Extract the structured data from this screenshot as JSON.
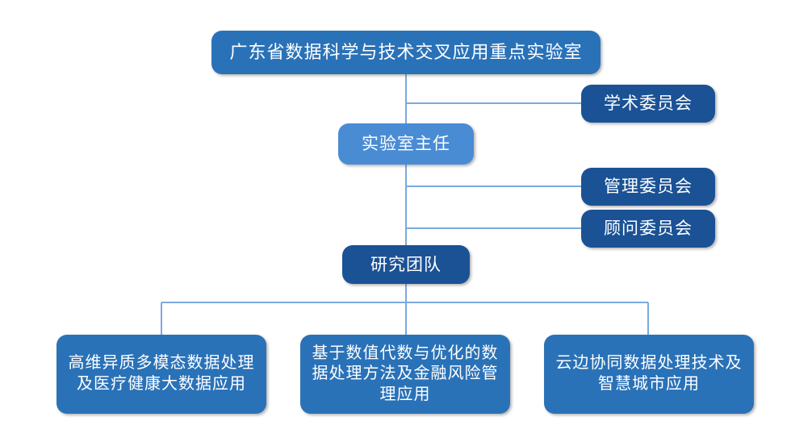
{
  "diagram": {
    "title_text": "广东省数据科学与技术交叉应用重点实验室",
    "colors": {
      "fill_medium": "#2a72b8",
      "fill_dark": "#1b5295",
      "fill_light": "#4a8cd4",
      "connector": "#7aaadd",
      "text": "#ffffff",
      "background": "#ffffff"
    },
    "nodes": {
      "root": {
        "label": "广东省数据科学与技术交叉应用重点实验室",
        "fill": "#2a72b8"
      },
      "director": {
        "label": "实验室主任",
        "fill": "#4a8cd4"
      },
      "academic_committee": {
        "label": "学术委员会",
        "fill": "#1b5295"
      },
      "management_committee": {
        "label": "管理委员会",
        "fill": "#1b5295"
      },
      "advisory_committee": {
        "label": "顾问委员会",
        "fill": "#1b5295"
      },
      "research_team": {
        "label": "研究团队",
        "fill": "#1b5295"
      },
      "direction_1": {
        "label": "高维异质多模态数据处理及医疗健康大数据应用",
        "fill": "#2a72b8"
      },
      "direction_2": {
        "label": "基于数值代数与优化的数据处理方法及金融风险管理应用",
        "fill": "#2a72b8"
      },
      "direction_3": {
        "label": "云边协同数据处理技术及智慧城市应用",
        "fill": "#2a72b8"
      }
    }
  }
}
